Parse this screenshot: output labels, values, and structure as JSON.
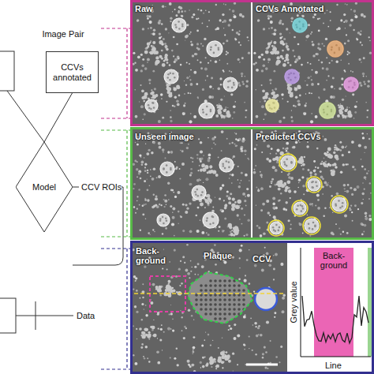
{
  "diagram": {
    "nodes": [
      {
        "text": [
          "CCVs annotated"
        ]
      },
      {
        "text": [
          "Model"
        ]
      }
    ],
    "edges": [
      {
        "from": 0,
        "to": 1,
        "arrow": "none"
      }
    ],
    "labels": [
      "Image Pair",
      "CCV ROIs",
      "Data",
      "Raw",
      "CCVs Annotated",
      "Unseen image",
      "Predicted CCVs",
      "Back- ground",
      "Plaque",
      "CCV",
      "Grey value",
      "Back- ground",
      "Line"
    ]
  }
}
